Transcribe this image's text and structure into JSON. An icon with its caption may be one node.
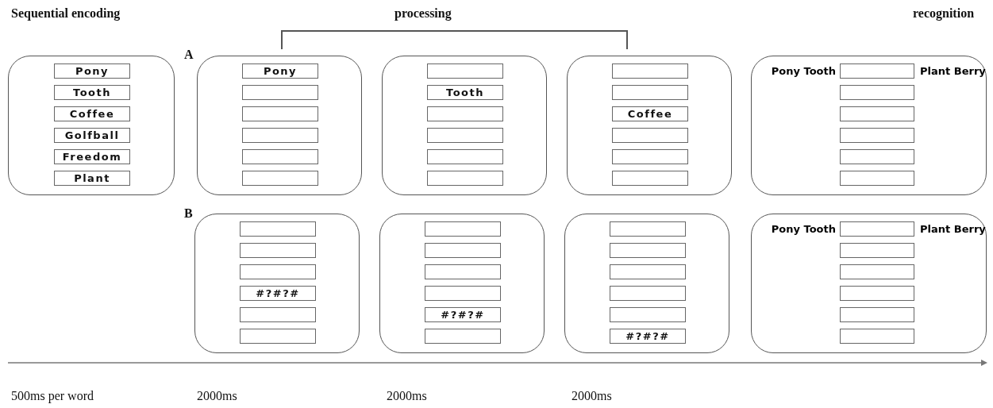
{
  "diagram": {
    "nodes": [
      {
        "text": [],
        "shape": "box"
      },
      {
        "text": [
          "Pony"
        ],
        "in": 0
      },
      {
        "text": [
          "Tooth"
        ],
        "in": 0
      },
      {
        "text": [
          "Coffee"
        ],
        "in": 0
      },
      {
        "text": [
          "Golfball"
        ],
        "in": 0
      },
      {
        "text": [
          "Freedom"
        ],
        "in": 0
      },
      {
        "text": [
          "Plant"
        ],
        "in": 0
      },
      {
        "text": [],
        "shape": "box"
      },
      {
        "text": [
          "Pony"
        ],
        "in": 7
      },
      {
        "text": [],
        "shape": "box",
        "in": 7
      },
      {
        "text": [],
        "shape": "box",
        "in": 7
      },
      {
        "text": [],
        "shape": "box",
        "in": 7
      },
      {
        "text": [],
        "shape": "box",
        "in": 7
      },
      {
        "text": [],
        "shape": "box",
        "in": 7
      },
      {
        "text": [],
        "shape": "box"
      },
      {
        "text": [],
        "shape": "box",
        "in": 14
      },
      {
        "text": [
          "Tooth"
        ],
        "in": 14
      },
      {
        "text": [],
        "shape": "box",
        "in": 14
      },
      {
        "text": [],
        "shape": "box",
        "in": 14
      },
      {
        "text": [],
        "shape": "box",
        "in": 14
      },
      {
        "text": [],
        "shape": "box",
        "in": 14
      },
      {
        "text": [],
        "shape": "box"
      },
      {
        "text": [],
        "shape": "box",
        "in": 21
      },
      {
        "text": [],
        "shape": "box",
        "in": 21
      },
      {
        "text": [
          "Coffee"
        ],
        "in": 21
      },
      {
        "text": [],
        "shape": "box",
        "in": 21
      },
      {
        "text": [],
        "shape": "box",
        "in": 21
      },
      {
        "text": [],
        "shape": "box",
        "in": 21
      },
      {
        "text": [
          "Pony Tooth",
          "Plant Berry"
        ]
      },
      {
        "text": [],
        "shape": "box",
        "in": 28
      },
      {
        "text": [],
        "shape": "box",
        "in": 28
      },
      {
        "text": [],
        "shape": "box",
        "in": 28
      },
      {
        "text": [],
        "shape": "box",
        "in": 28
      },
      {
        "text": [],
        "shape": "box",
        "in": 28
      },
      {
        "text": [],
        "shape": "box",
        "in": 28
      },
      {
        "text": [],
        "shape": "box"
      },
      {
        "text": [],
        "shape": "box",
        "in": 35
      },
      {
        "text": [],
        "shape": "box",
        "in": 35
      },
      {
        "text": [],
        "shape": "box",
        "in": 35
      },
      {
        "text": [
          "#?#?#"
        ],
        "in": 35
      },
      {
        "text": [],
        "shape": "box",
        "in": 35
      },
      {
        "text": [],
        "shape": "box",
        "in": 35
      },
      {
        "text": [],
        "shape": "box"
      },
      {
        "text": [],
        "shape": "box",
        "in": 42
      },
      {
        "text": [],
        "shape": "box",
        "in": 42
      },
      {
        "text": [],
        "shape": "box",
        "in": 42
      },
      {
        "text": [],
        "shape": "box",
        "in": 42
      },
      {
        "text": [
          "#?#?#"
        ],
        "in": 42
      },
      {
        "text": [],
        "shape": "box",
        "in": 42
      },
      {
        "text": [],
        "shape": "box"
      },
      {
        "text": [],
        "shape": "box",
        "in": 49
      },
      {
        "text": [],
        "shape": "box",
        "in": 49
      },
      {
        "text": [],
        "shape": "box",
        "in": 49
      },
      {
        "text": [],
        "shape": "box",
        "in": 49
      },
      {
        "text": [],
        "shape": "box",
        "in": 49
      },
      {
        "text": [
          "#?#?#"
        ],
        "in": 49
      },
      {
        "text": [
          "Pony Tooth",
          "Plant Berry"
        ]
      },
      {
        "text": [],
        "shape": "box",
        "in": 56
      },
      {
        "text": [],
        "shape": "box",
        "in": 56
      },
      {
        "text": [],
        "shape": "box",
        "in": 56
      },
      {
        "text": [],
        "shape": "box",
        "in": 56
      },
      {
        "text": [],
        "shape": "box",
        "in": 56
      },
      {
        "text": [],
        "shape": "box",
        "in": 56
      }
    ],
    "labels": [
      "Sequential encoding",
      "processing",
      "recognition",
      "A",
      "B",
      "500ms per word",
      "2000ms",
      "2000ms",
      "2000ms"
    ]
  }
}
